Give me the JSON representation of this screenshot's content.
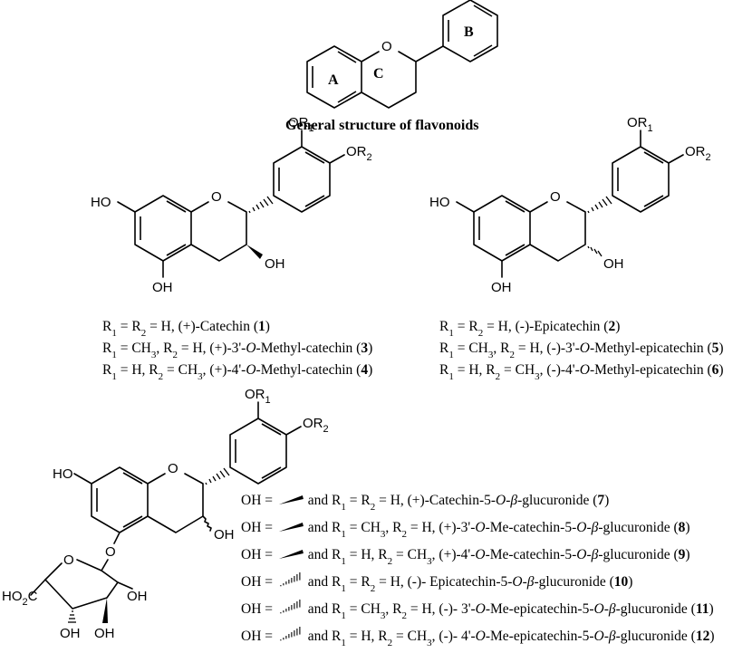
{
  "general": {
    "atom_o": "O",
    "ring_a": "A",
    "ring_b": "B",
    "ring_c": "C",
    "title": "General structure of flavonoids"
  },
  "catechin": {
    "ho": "HO",
    "oh_5": "OH",
    "oh_3": "OH",
    "o_ring": "O",
    "or1": "OR",
    "or1_sub": "1",
    "or2": "OR",
    "or2_sub": "2",
    "rows": [
      {
        "parts": [
          [
            "R",
            ""
          ],
          [
            "1",
            "sub"
          ],
          [
            " = R",
            ""
          ],
          [
            "2",
            "sub"
          ],
          [
            " = H, (+)-Catechin (",
            ""
          ],
          [
            "1",
            "bold"
          ],
          [
            ")",
            ""
          ]
        ]
      },
      {
        "parts": [
          [
            "R",
            ""
          ],
          [
            "1",
            "sub"
          ],
          [
            " = CH",
            ""
          ],
          [
            "3",
            "sub"
          ],
          [
            ", R",
            ""
          ],
          [
            "2",
            "sub"
          ],
          [
            " = H, (+)-3'-",
            ""
          ],
          [
            "O",
            "ital"
          ],
          [
            "-Methyl-catechin (",
            ""
          ],
          [
            "3",
            "bold"
          ],
          [
            ")",
            ""
          ]
        ]
      },
      {
        "parts": [
          [
            "R",
            ""
          ],
          [
            "1",
            "sub"
          ],
          [
            " = H, R",
            ""
          ],
          [
            "2",
            "sub"
          ],
          [
            " = CH",
            ""
          ],
          [
            "3",
            "sub"
          ],
          [
            ", (+)-4'-",
            ""
          ],
          [
            "O",
            "ital"
          ],
          [
            "-Methyl-catechin (",
            ""
          ],
          [
            "4",
            "bold"
          ],
          [
            ")",
            ""
          ]
        ]
      }
    ]
  },
  "epicatechin": {
    "ho": "HO",
    "oh_5": "OH",
    "oh_3": "OH",
    "o_ring": "O",
    "or1": "OR",
    "or1_sub": "1",
    "or2": "OR",
    "or2_sub": "2",
    "rows": [
      {
        "parts": [
          [
            "R",
            ""
          ],
          [
            "1",
            "sub"
          ],
          [
            " = R",
            ""
          ],
          [
            "2",
            "sub"
          ],
          [
            " = H, (-)-Epicatechin (",
            ""
          ],
          [
            "2",
            "bold"
          ],
          [
            ")",
            ""
          ]
        ]
      },
      {
        "parts": [
          [
            "R",
            ""
          ],
          [
            "1",
            "sub"
          ],
          [
            " = CH",
            ""
          ],
          [
            "3",
            "sub"
          ],
          [
            ", R",
            ""
          ],
          [
            "2",
            "sub"
          ],
          [
            " = H, (-)-3'-",
            ""
          ],
          [
            "O",
            "ital"
          ],
          [
            "-Methyl-epicatechin (",
            ""
          ],
          [
            "5",
            "bold"
          ],
          [
            ")",
            ""
          ]
        ]
      },
      {
        "parts": [
          [
            "R",
            ""
          ],
          [
            "1",
            "sub"
          ],
          [
            " = H, R",
            ""
          ],
          [
            "2",
            "sub"
          ],
          [
            " = CH",
            ""
          ],
          [
            "3",
            "sub"
          ],
          [
            ", (-)-4'-",
            ""
          ],
          [
            "O",
            "ital"
          ],
          [
            "-Methyl-epicatechin (",
            ""
          ],
          [
            "6",
            "bold"
          ],
          [
            ")",
            ""
          ]
        ]
      }
    ]
  },
  "glucuronide": {
    "ho": "HO",
    "oh_3": "OH",
    "o_ring": "O",
    "o_link": "O",
    "o_sugar": "O",
    "ho2c": "HO",
    "ho2c_sub": "2",
    "ho2c_c": "C",
    "oh_a": "OH",
    "oh_b": "OH",
    "oh_c": "OH",
    "or1": "OR",
    "or1_sub": "1",
    "or2": "OR",
    "or2_sub": "2",
    "rows": [
      {
        "wedge": "bold",
        "parts": [
          [
            "OH = ",
            ""
          ],
          [
            "[w]",
            "wedge"
          ],
          [
            " and R",
            ""
          ],
          [
            "1",
            "sub"
          ],
          [
            " = R",
            ""
          ],
          [
            "2",
            "sub"
          ],
          [
            " = H, (+)-Catechin-5-",
            ""
          ],
          [
            "O",
            "ital"
          ],
          [
            "-",
            ""
          ],
          [
            "β",
            "ital"
          ],
          [
            "-glucuronide (",
            ""
          ],
          [
            "7",
            "bold"
          ],
          [
            ")",
            ""
          ]
        ]
      },
      {
        "wedge": "bold",
        "parts": [
          [
            "OH = ",
            ""
          ],
          [
            "[w]",
            "wedge"
          ],
          [
            " and R",
            ""
          ],
          [
            "1",
            "sub"
          ],
          [
            " = CH",
            ""
          ],
          [
            "3",
            "sub"
          ],
          [
            ", R",
            ""
          ],
          [
            "2",
            "sub"
          ],
          [
            " = H, (+)-3'-",
            ""
          ],
          [
            "O",
            "ital"
          ],
          [
            "-Me-catechin-5-",
            ""
          ],
          [
            "O",
            "ital"
          ],
          [
            "-",
            ""
          ],
          [
            "β",
            "ital"
          ],
          [
            "-glucuronide (",
            ""
          ],
          [
            "8",
            "bold"
          ],
          [
            ")",
            ""
          ]
        ]
      },
      {
        "wedge": "bold",
        "parts": [
          [
            "OH = ",
            ""
          ],
          [
            "[w]",
            "wedge"
          ],
          [
            " and R",
            ""
          ],
          [
            "1",
            "sub"
          ],
          [
            " = H, R",
            ""
          ],
          [
            "2",
            "sub"
          ],
          [
            " = CH",
            ""
          ],
          [
            "3",
            "sub"
          ],
          [
            ", (+)-4'-",
            ""
          ],
          [
            "O",
            "ital"
          ],
          [
            "-Me-catechin-5-",
            ""
          ],
          [
            "O",
            "ital"
          ],
          [
            "-",
            ""
          ],
          [
            "β",
            "ital"
          ],
          [
            "-glucuronide (",
            ""
          ],
          [
            "9",
            "bold"
          ],
          [
            ")",
            ""
          ]
        ]
      },
      {
        "wedge": "hash",
        "parts": [
          [
            "OH = ",
            ""
          ],
          [
            "[w]",
            "wedge"
          ],
          [
            " and R",
            ""
          ],
          [
            "1",
            "sub"
          ],
          [
            " = R",
            ""
          ],
          [
            "2",
            "sub"
          ],
          [
            " = H, (-)- Epicatechin-5-",
            ""
          ],
          [
            "O",
            "ital"
          ],
          [
            "-",
            ""
          ],
          [
            "β",
            "ital"
          ],
          [
            "-glucuronide (",
            ""
          ],
          [
            "10",
            "bold"
          ],
          [
            ")",
            ""
          ]
        ]
      },
      {
        "wedge": "hash",
        "parts": [
          [
            "OH = ",
            ""
          ],
          [
            "[w]",
            "wedge"
          ],
          [
            " and R",
            ""
          ],
          [
            "1",
            "sub"
          ],
          [
            " = CH",
            ""
          ],
          [
            "3",
            "sub"
          ],
          [
            ", R",
            ""
          ],
          [
            "2",
            "sub"
          ],
          [
            " = H,  (-)- 3'-",
            ""
          ],
          [
            "O",
            "ital"
          ],
          [
            "-Me-epicatechin-5-",
            ""
          ],
          [
            "O",
            "ital"
          ],
          [
            "-",
            ""
          ],
          [
            "β",
            "ital"
          ],
          [
            "-glucuronide (",
            ""
          ],
          [
            "11",
            "bold"
          ],
          [
            ")",
            ""
          ]
        ]
      },
      {
        "wedge": "hash",
        "parts": [
          [
            "OH = ",
            ""
          ],
          [
            "[w]",
            "wedge"
          ],
          [
            " and R",
            ""
          ],
          [
            "1",
            "sub"
          ],
          [
            " = H, R",
            ""
          ],
          [
            "2",
            "sub"
          ],
          [
            " = CH",
            ""
          ],
          [
            "3",
            "sub"
          ],
          [
            ",  (-)- 4'-",
            ""
          ],
          [
            "O",
            "ital"
          ],
          [
            "-Me-epicatechin-5-",
            ""
          ],
          [
            "O",
            "ital"
          ],
          [
            "-",
            ""
          ],
          [
            "β",
            "ital"
          ],
          [
            "-glucuronide (",
            ""
          ],
          [
            "12",
            "bold"
          ],
          [
            ")",
            ""
          ]
        ]
      }
    ]
  }
}
